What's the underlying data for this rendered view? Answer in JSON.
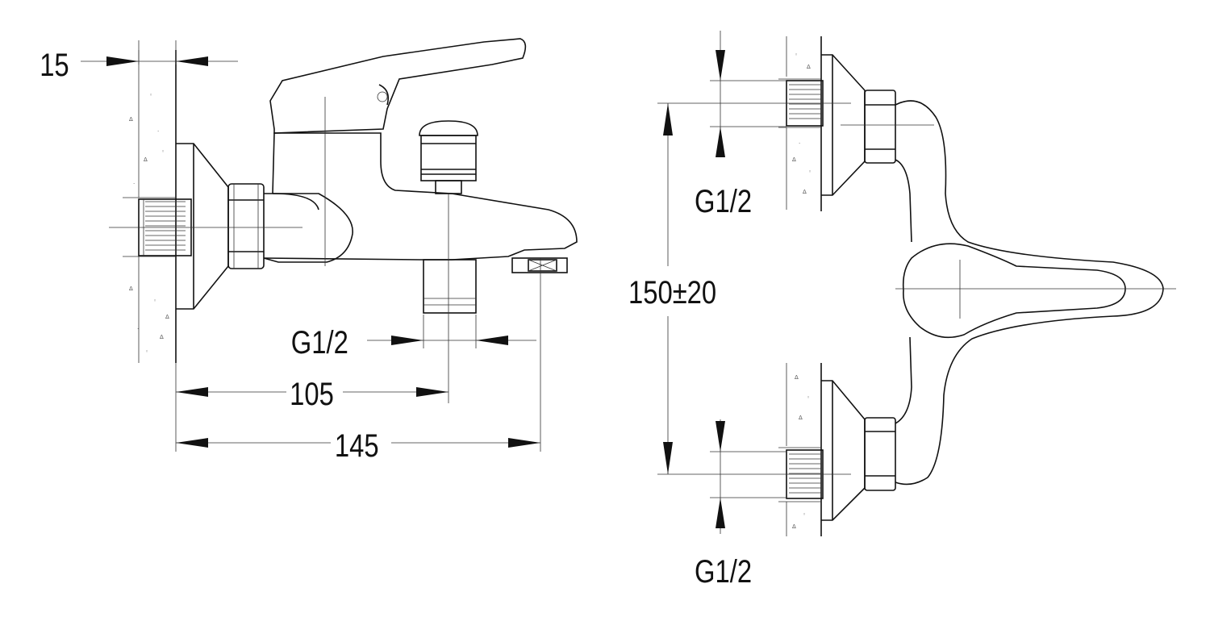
{
  "drawing": {
    "left_view": {
      "dim_wall_thickness": "15",
      "dim_outlet_thread": "G1/2",
      "dim_outlet_center": "105",
      "dim_spout_length": "145"
    },
    "right_view": {
      "dim_top_inlet_thread": "G1/2",
      "dim_inlet_spacing": "150±20",
      "dim_bottom_inlet_thread": "G1/2"
    }
  }
}
